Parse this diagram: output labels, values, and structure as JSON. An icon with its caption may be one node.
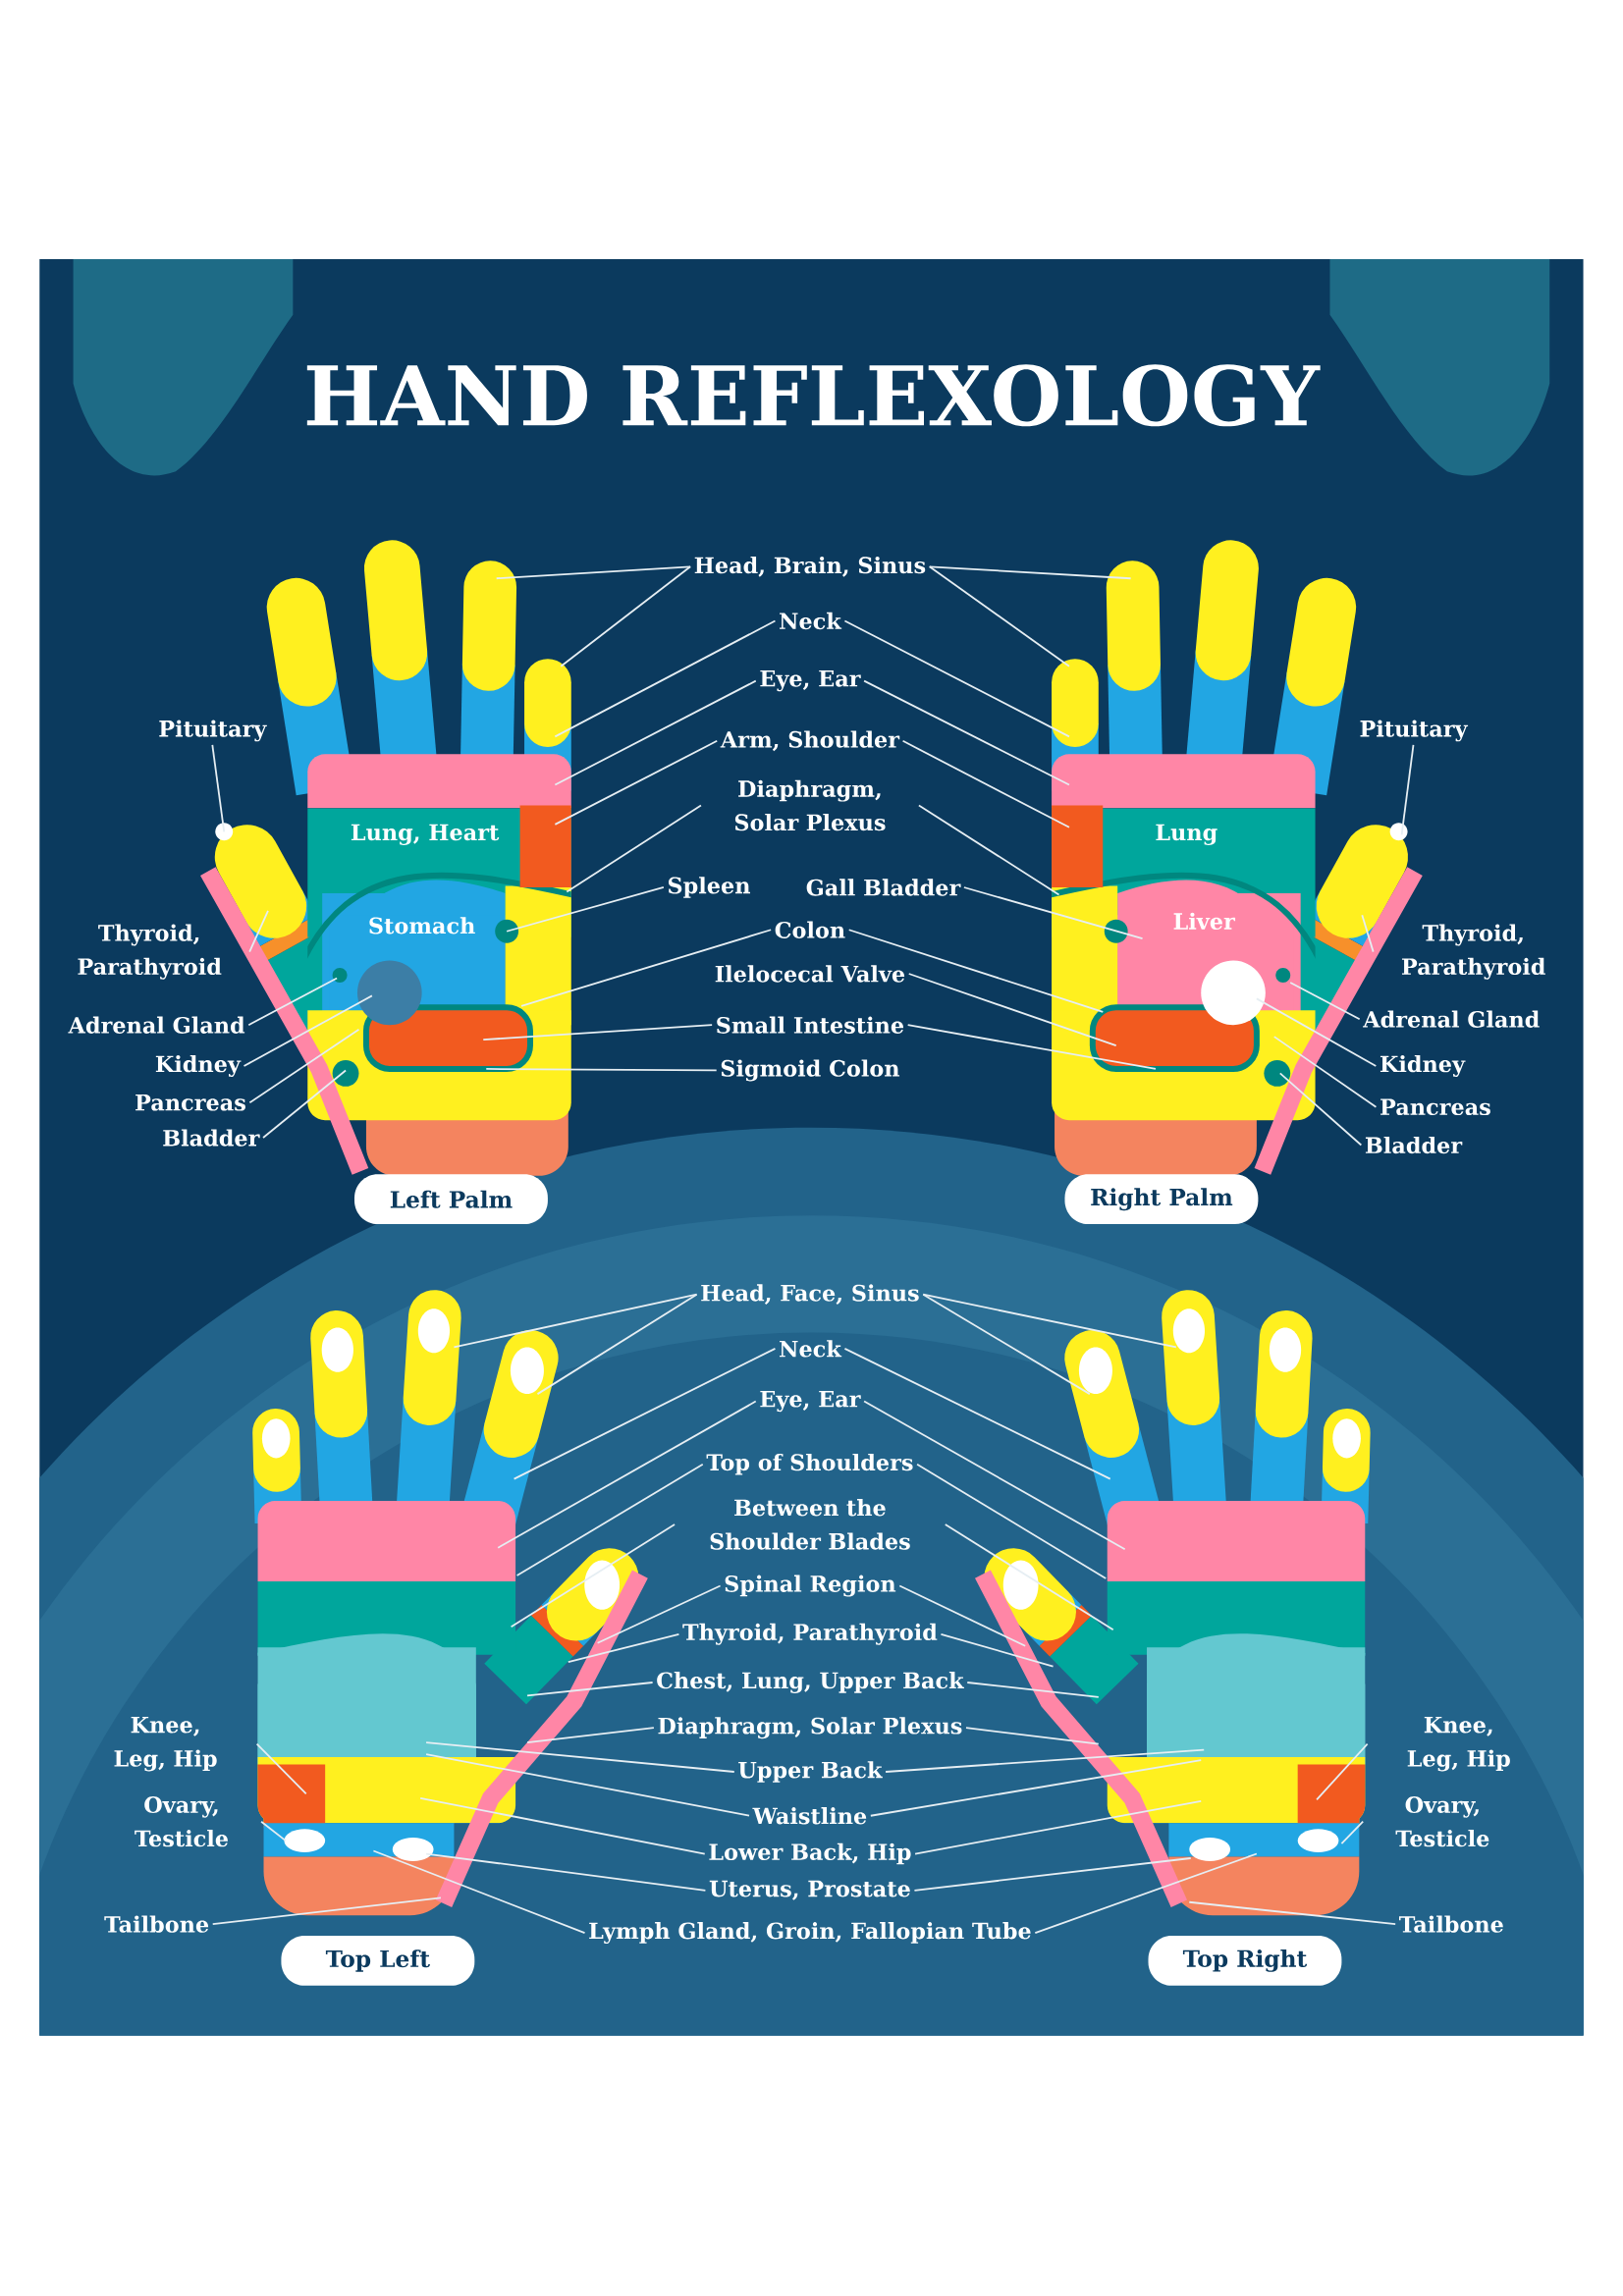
{
  "diagram": {
    "title": "HAND REFLEXOLOGY",
    "nodes": [
      {
        "text": [
          "Head, Brain, Sinus"
        ]
      },
      {
        "text": [
          "Neck"
        ]
      },
      {
        "text": [
          "Eye, Ear"
        ]
      },
      {
        "text": [
          "Arm, Shoulder"
        ]
      },
      {
        "text": [
          "Pituitary"
        ]
      },
      {
        "text": [
          "Pituitary"
        ]
      },
      {
        "text": [
          "Diaphragm, Solar Plexus"
        ]
      },
      {
        "text": [
          "Spleen"
        ]
      },
      {
        "text": [
          "Gall Bladder"
        ]
      },
      {
        "text": [
          "Colon"
        ]
      },
      {
        "text": [
          "Thyroid, Parathyroid"
        ]
      },
      {
        "text": [
          "Thyroid, Parathyroid"
        ]
      },
      {
        "text": [
          "Ilelocecal Valve"
        ]
      },
      {
        "text": [
          "Adrenal Gland"
        ]
      },
      {
        "text": [
          "Adrenal Gland"
        ]
      },
      {
        "text": [
          "Small Intestine"
        ]
      },
      {
        "text": [
          "Kidney"
        ]
      },
      {
        "text": [
          "Kidney"
        ]
      },
      {
        "text": [
          "Sigmoid Colon"
        ]
      },
      {
        "text": [
          "Pancreas"
        ]
      },
      {
        "text": [
          "Pancreas"
        ]
      },
      {
        "text": [
          "Bladder"
        ]
      },
      {
        "text": [
          "Bladder"
        ]
      },
      {
        "text": [
          "Left Palm"
        ]
      },
      {
        "text": [
          "Right Palm"
        ]
      },
      {
        "text": [
          "Head, Face, Sinus"
        ]
      },
      {
        "text": [
          "Neck"
        ]
      },
      {
        "text": [
          "Eye, Ear"
        ]
      },
      {
        "text": [
          "Top of Shoulders"
        ]
      },
      {
        "text": [
          "Between the Shoulder Blades"
        ]
      },
      {
        "text": [
          "Spinal Region"
        ]
      },
      {
        "text": [
          "Thyroid, Parathyroid"
        ]
      },
      {
        "text": [
          "Chest, Lung, Upper Back"
        ]
      },
      {
        "text": [
          "Diaphragm, Solar Plexus"
        ]
      },
      {
        "text": [
          "Knee, Leg, Hip"
        ]
      },
      {
        "text": [
          "Knee, Leg, Hip"
        ]
      },
      {
        "text": [
          "Upper Back"
        ]
      },
      {
        "text": [
          "Waistline"
        ]
      },
      {
        "text": [
          "Ovary, Testicle"
        ]
      },
      {
        "text": [
          "Ovary, Testicle"
        ]
      },
      {
        "text": [
          "Lower Back, Hip"
        ]
      },
      {
        "text": [
          "Uterus, Prostate"
        ]
      },
      {
        "text": [
          "Tailbone"
        ]
      },
      {
        "text": [
          "Tailbone"
        ]
      },
      {
        "text": [
          "Lymph Gland, Groin, Fallopian Tube"
        ]
      },
      {
        "text": [
          "Top Left"
        ]
      },
      {
        "text": [
          "Top Right"
        ]
      },
      {
        "text": [
          "Lung, Heart",
          "Stomach"
        ]
      },
      {
        "text": [
          "Lung",
          "Liver"
        ]
      },
      {
        "text": [],
        "shape": "picture"
      },
      {
        "text": [],
        "shape": "picture"
      }
    ],
    "edges": [
      {
        "from": 0,
        "to": 47,
        "arrow": "none"
      },
      {
        "from": 0,
        "to": 47,
        "arrow": "none"
      },
      {
        "from": 0,
        "to": 48,
        "arrow": "none"
      },
      {
        "from": 0,
        "to": 48,
        "arrow": "none"
      },
      {
        "from": 1,
        "to": 47,
        "arrow": "none"
      },
      {
        "from": 1,
        "to": 48,
        "arrow": "none"
      },
      {
        "from": 2,
        "to": 47,
        "arrow": "none"
      },
      {
        "from": 2,
        "to": 48,
        "arrow": "none"
      },
      {
        "from": 3,
        "to": 47,
        "arrow": "none"
      },
      {
        "from": 3,
        "to": 48,
        "arrow": "none"
      },
      {
        "from": 4,
        "to": 47,
        "arrow": "none"
      },
      {
        "from": 5,
        "to": 48,
        "arrow": "none"
      },
      {
        "from": 6,
        "to": 47,
        "arrow": "none"
      },
      {
        "from": 6,
        "to": 48,
        "arrow": "none"
      },
      {
        "from": 7,
        "to": 47,
        "arrow": "none"
      },
      {
        "from": 8,
        "to": 48,
        "arrow": "none"
      },
      {
        "from": 9,
        "to": 47,
        "arrow": "none"
      },
      {
        "from": 9,
        "to": 48,
        "arrow": "none"
      },
      {
        "from": 10,
        "to": 47,
        "arrow": "none"
      },
      {
        "from": 11,
        "to": 48,
        "arrow": "none"
      },
      {
        "from": 12,
        "to": 48,
        "arrow": "none"
      },
      {
        "from": 13,
        "to": 47,
        "arrow": "none"
      },
      {
        "from": 14,
        "to": 48,
        "arrow": "none"
      },
      {
        "from": 15,
        "to": 47,
        "arrow": "none"
      },
      {
        "from": 15,
        "to": 48,
        "arrow": "none"
      },
      {
        "from": 16,
        "to": 47,
        "arrow": "none"
      },
      {
        "from": 17,
        "to": 48,
        "arrow": "none"
      },
      {
        "from": 18,
        "to": 47,
        "arrow": "none"
      },
      {
        "from": 19,
        "to": 47,
        "arrow": "none"
      },
      {
        "from": 20,
        "to": 48,
        "arrow": "none"
      },
      {
        "from": 21,
        "to": 47,
        "arrow": "none"
      },
      {
        "from": 22,
        "to": 48,
        "arrow": "none"
      },
      {
        "from": 25,
        "to": 49,
        "arrow": "none"
      },
      {
        "from": 25,
        "to": 49,
        "arrow": "none"
      },
      {
        "from": 25,
        "to": 50,
        "arrow": "none"
      },
      {
        "from": 25,
        "to": 50,
        "arrow": "none"
      },
      {
        "from": 26,
        "to": 49,
        "arrow": "none"
      },
      {
        "from": 26,
        "to": 50,
        "arrow": "none"
      },
      {
        "from": 27,
        "to": 49,
        "arrow": "none"
      },
      {
        "from": 27,
        "to": 50,
        "arrow": "none"
      },
      {
        "from": 28,
        "to": 49,
        "arrow": "none"
      },
      {
        "from": 28,
        "to": 50,
        "arrow": "none"
      },
      {
        "from": 29,
        "to": 49,
        "arrow": "none"
      },
      {
        "from": 29,
        "to": 50,
        "arrow": "none"
      },
      {
        "from": 30,
        "to": 49,
        "arrow": "none"
      },
      {
        "from": 30,
        "to": 50,
        "arrow": "none"
      },
      {
        "from": 31,
        "to": 49,
        "arrow": "none"
      },
      {
        "from": 31,
        "to": 50,
        "arrow": "none"
      },
      {
        "from": 32,
        "to": 49,
        "arrow": "none"
      },
      {
        "from": 32,
        "to": 50,
        "arrow": "none"
      },
      {
        "from": 33,
        "to": 49,
        "arrow": "none"
      },
      {
        "from": 33,
        "to": 50,
        "arrow": "none"
      },
      {
        "from": 34,
        "to": 49,
        "arrow": "none"
      },
      {
        "from": 35,
        "to": 50,
        "arrow": "none"
      },
      {
        "from": 36,
        "to": 49,
        "arrow": "none"
      },
      {
        "from": 36,
        "to": 50,
        "arrow": "none"
      },
      {
        "from": 37,
        "to": 49,
        "arrow": "none"
      },
      {
        "from": 37,
        "to": 50,
        "arrow": "none"
      },
      {
        "from": 38,
        "to": 49,
        "arrow": "none"
      },
      {
        "from": 39,
        "to": 50,
        "arrow": "none"
      },
      {
        "from": 40,
        "to": 49,
        "arrow": "none"
      },
      {
        "from": 40,
        "to": 50,
        "arrow": "none"
      },
      {
        "from": 41,
        "to": 49,
        "arrow": "none"
      },
      {
        "from": 41,
        "to": 50,
        "arrow": "none"
      },
      {
        "from": 42,
        "to": 49,
        "arrow": "none"
      },
      {
        "from": 43,
        "to": 50,
        "arrow": "none"
      },
      {
        "from": 44,
        "to": 49,
        "arrow": "none"
      },
      {
        "from": 44,
        "to": 50,
        "arrow": "none"
      }
    ]
  }
}
